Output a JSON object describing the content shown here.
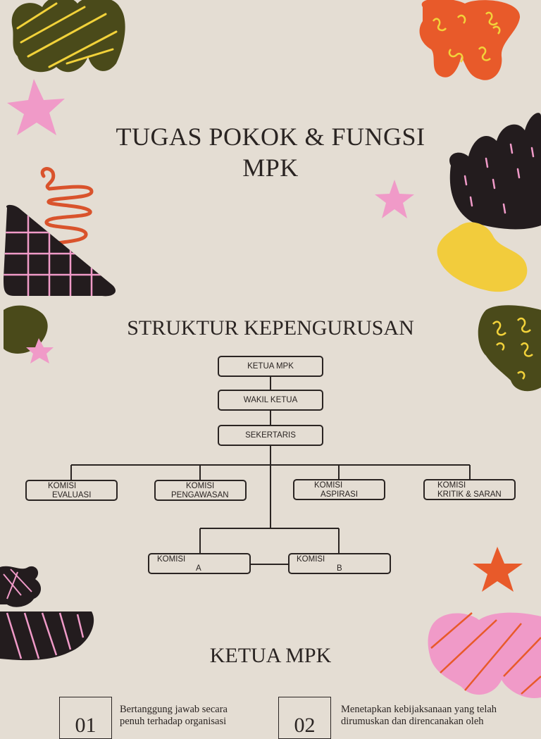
{
  "header": {
    "title_line1": "TUGAS POKOK & FUNGSI",
    "title_line2": "MPK"
  },
  "structure": {
    "heading": "STRUKTUR KEPENGURUSAN",
    "ketua": "KETUA MPK",
    "wakil": "WAKIL KETUA",
    "sekretaris": "SEKERTARIS",
    "komisi": [
      {
        "line1": "KOMISI",
        "line2": "EVALUASI"
      },
      {
        "line1": "KOMISI",
        "line2": "PENGAWASAN"
      },
      {
        "line1": "KOMISI",
        "line2": "ASPIRASI"
      },
      {
        "line1": "KOMISI",
        "line2": "KRITIK & SARAN"
      }
    ],
    "sub_komisi": [
      {
        "line1": "KOMISI",
        "line2": "A"
      },
      {
        "line1": "KOMISI",
        "line2": "B"
      }
    ]
  },
  "ketua_section": {
    "heading": "KETUA MPK",
    "items": [
      {
        "number": "01",
        "text": "Bertanggung jawab secara penuh terhadap organisasi"
      },
      {
        "number": "02",
        "text": "Menetapkan kebijaksanaan yang telah dirumuskan dan direncanakan oleh"
      }
    ]
  },
  "colors": {
    "background": "#e4ddd3",
    "text": "#2a2422",
    "olive": "#4a4a1a",
    "orange": "#e85a2a",
    "pink": "#f09ac8",
    "yellow": "#f2cc3c",
    "black": "#231c1e"
  }
}
